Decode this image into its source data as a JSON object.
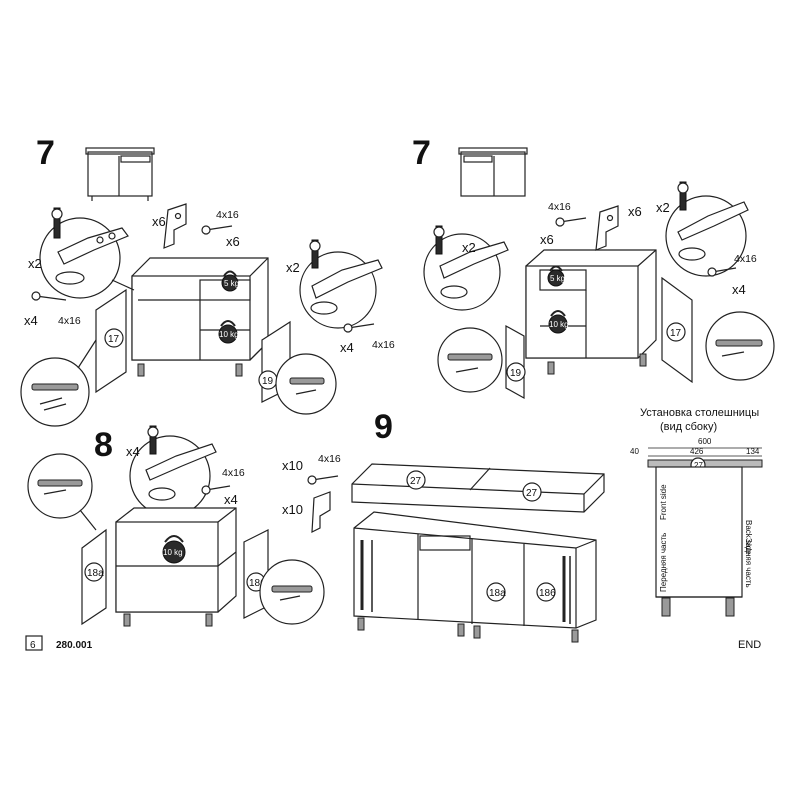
{
  "steps": {
    "step7_left": "7",
    "step7_right": "7",
    "step8": "8",
    "step9": "9"
  },
  "hardware": {
    "screw_size": "4x16",
    "x2": "x2",
    "x4": "x4",
    "x6": "x6",
    "x10": "x10",
    "weight_5kg": "5 kg",
    "weight_10kg": "10 kg"
  },
  "parts": {
    "door_17": "17",
    "door_19": "19",
    "door_18a": "18a",
    "door_18b": "186",
    "top_27": "27"
  },
  "countertop_panel": {
    "title_line1": "Установка столешницы",
    "title_line2": "(вид сбоку)",
    "dim_total": "600",
    "dim_left": "40",
    "dim_mid": "426",
    "dim_right": "134",
    "front_side": "Front side",
    "front_side_ru": "Передняя часть",
    "back_side": "Back side",
    "back_side_ru": "Задняя часть"
  },
  "footer": {
    "page_number": "6",
    "doc_code": "280.001",
    "end_label": "END"
  },
  "icons": [
    "screwdriver-icon",
    "screw-icon",
    "bracket-icon",
    "hinge-icon",
    "kettlebell-weight-icon",
    "handle-icon"
  ]
}
